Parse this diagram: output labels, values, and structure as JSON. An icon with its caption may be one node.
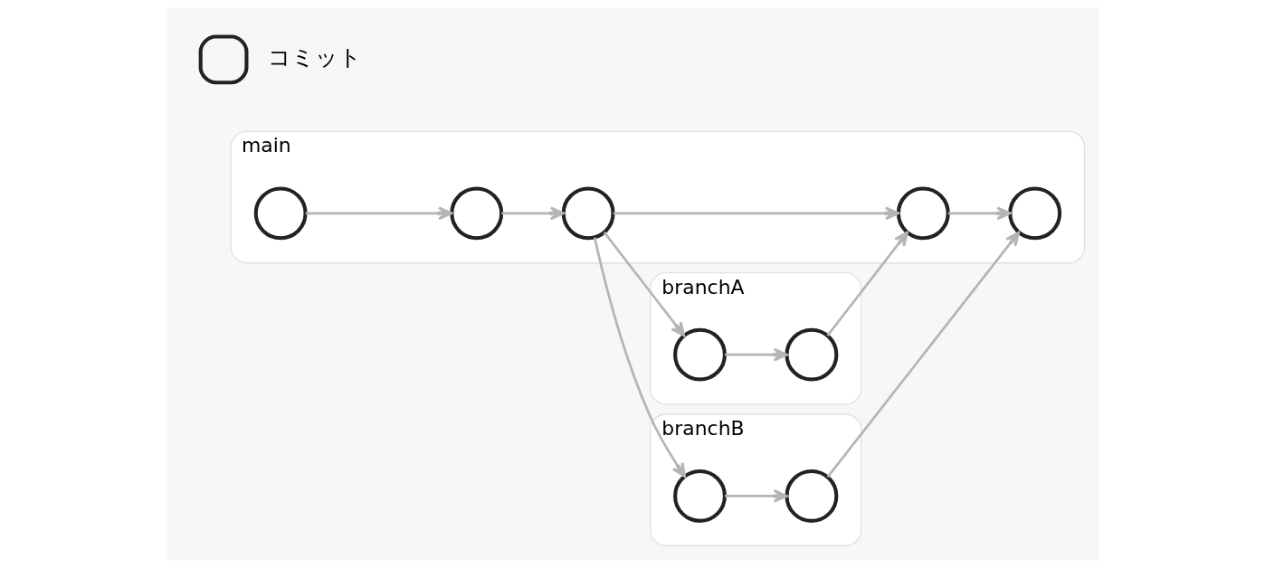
{
  "diagram": {
    "nodes": [
      {
        "text": [
          "branchA"
        ]
      },
      {
        "text": [],
        "shape": "circle",
        "in": 0
      },
      {
        "text": [],
        "shape": "circle",
        "in": 0
      },
      {
        "text": [
          "main"
        ]
      },
      {
        "text": [],
        "shape": "circle",
        "in": 3
      },
      {
        "text": [],
        "shape": "circle",
        "in": 3
      },
      {
        "text": [],
        "shape": "circle",
        "in": 3
      },
      {
        "text": [],
        "shape": "circle",
        "in": 3
      },
      {
        "text": [],
        "shape": "circle",
        "in": 3
      },
      {
        "text": [
          "branchB"
        ]
      },
      {
        "text": [],
        "shape": "circle",
        "in": 9
      },
      {
        "text": [],
        "shape": "circle",
        "in": 9
      }
    ],
    "edges": [
      {
        "from": 4,
        "to": 5,
        "arrow": "to"
      },
      {
        "from": 5,
        "to": 6,
        "arrow": "to"
      },
      {
        "from": 6,
        "to": 1,
        "arrow": "to"
      },
      {
        "from": 1,
        "to": 2,
        "arrow": "to"
      },
      {
        "from": 2,
        "to": 7,
        "arrow": "to"
      },
      {
        "from": 6,
        "to": 7,
        "arrow": "to"
      },
      {
        "from": 7,
        "to": 8,
        "arrow": "to"
      },
      {
        "from": 6,
        "to": 10,
        "arrow": "to"
      },
      {
        "from": 10,
        "to": 11,
        "arrow": "to"
      },
      {
        "from": 11,
        "to": 8,
        "arrow": "to"
      }
    ],
    "legend": [
      {
        "text": "コミット"
      }
    ]
  }
}
